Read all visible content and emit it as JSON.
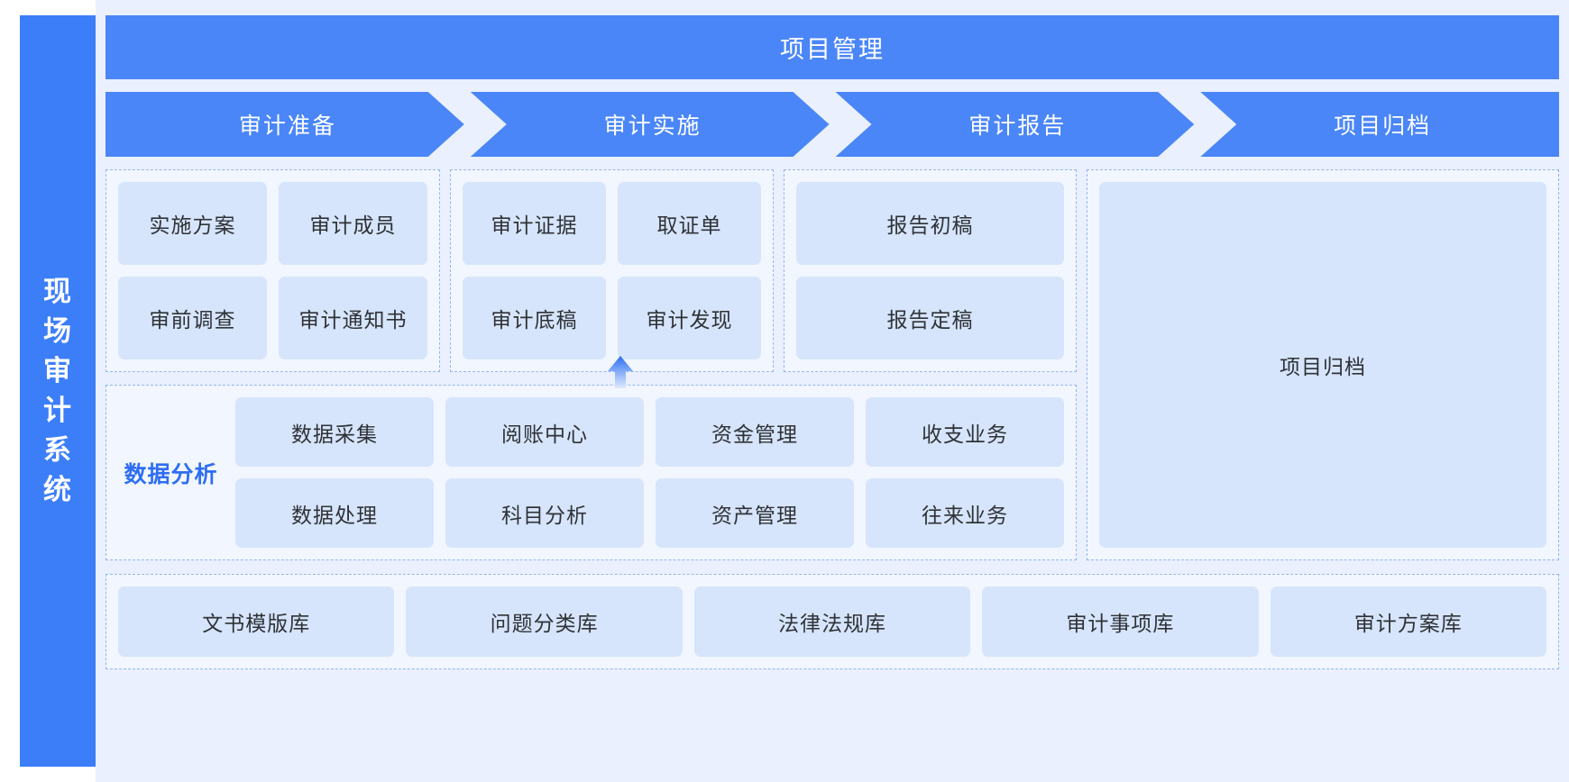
{
  "brand": {
    "title": "现场审计系统"
  },
  "banner": {
    "label": "项目管理"
  },
  "stages": [
    {
      "label": "审计准备"
    },
    {
      "label": "审计实施"
    },
    {
      "label": "审计报告"
    },
    {
      "label": "项目归档"
    }
  ],
  "phases": {
    "preparation": {
      "tiles": [
        "实施方案",
        "审计成员",
        "审前调查",
        "审计通知书"
      ]
    },
    "implementation": {
      "tiles": [
        "审计证据",
        "取证单",
        "审计底稿",
        "审计发现"
      ]
    },
    "report": {
      "tiles": [
        "报告初稿",
        "报告定稿"
      ]
    },
    "archive": {
      "tile": "项目归档"
    }
  },
  "analysis": {
    "label": "数据分析",
    "tiles": [
      "数据采集",
      "阅账中心",
      "资金管理",
      "收支业务",
      "数据处理",
      "科目分析",
      "资产管理",
      "往来业务"
    ]
  },
  "libraries": [
    "文书模版库",
    "问题分类库",
    "法律法规库",
    "审计事项库",
    "审计方案库"
  ],
  "colors": {
    "brand_blue": "#3c7ef8",
    "banner_blue": "#4a86f7",
    "panel_bg": "#eaf0fd",
    "tile_blue": "#d6e5fb",
    "dashed_border": "#93b6ef",
    "accent_text": "#2e6ef2"
  }
}
